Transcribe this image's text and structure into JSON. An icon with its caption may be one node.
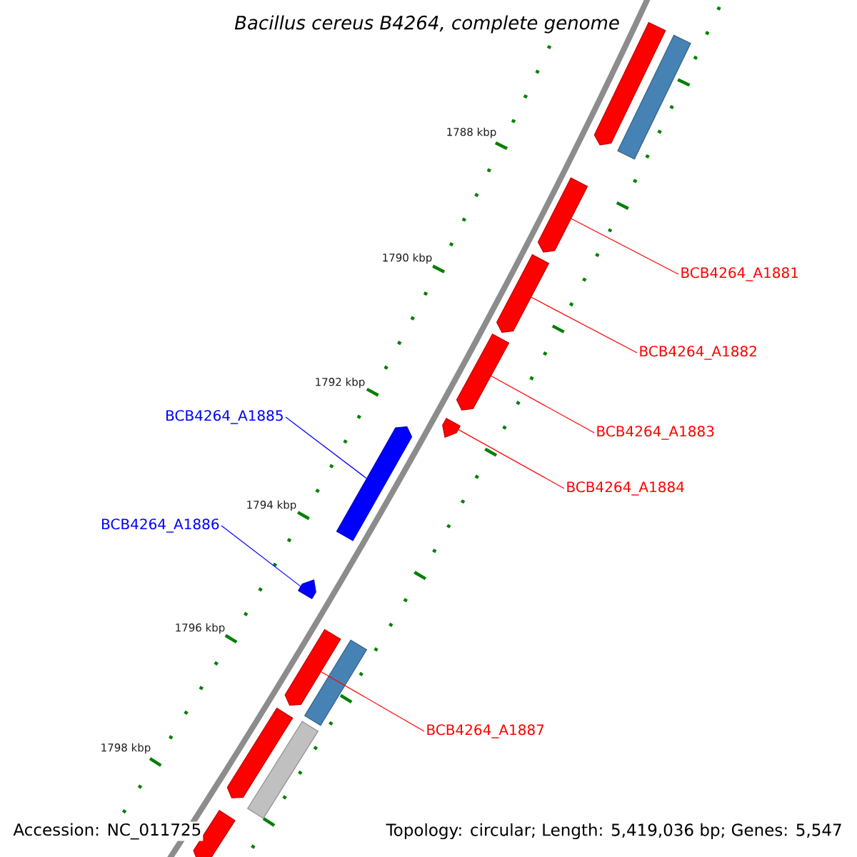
{
  "diagram": {
    "title": "*Bacillus cereus B4264, complete genome*",
    "nodes": [
      {
        "text": [
          "BCB4264_A1881"
        ]
      },
      {
        "text": [],
        "shape": "bar"
      },
      {
        "text": [
          "BCB4264_A1882"
        ]
      },
      {
        "text": [],
        "shape": "bar"
      },
      {
        "text": [
          "BCB4264_A1883"
        ]
      },
      {
        "text": [],
        "shape": "bar"
      },
      {
        "text": [
          "BCB4264_A1884"
        ]
      },
      {
        "text": [],
        "shape": "triangle"
      },
      {
        "text": [
          "BCB4264_A1885"
        ]
      },
      {
        "text": [],
        "shape": "bar"
      },
      {
        "text": [
          "BCB4264_A1886"
        ]
      },
      {
        "text": [],
        "shape": "triangle"
      },
      {
        "text": [
          "BCB4264_A1887"
        ]
      },
      {
        "text": [],
        "shape": "bar"
      }
    ],
    "edges": [
      {
        "from": 0,
        "to": 1,
        "arrow": "none"
      },
      {
        "from": 2,
        "to": 3,
        "arrow": "none"
      },
      {
        "from": 4,
        "to": 5,
        "arrow": "none"
      },
      {
        "from": 6,
        "to": 7,
        "arrow": "none"
      },
      {
        "from": 8,
        "to": 9,
        "arrow": "none",
        "color": "#0000ff"
      },
      {
        "from": 10,
        "to": 11,
        "arrow": "none",
        "color": "#0000ff"
      },
      {
        "from": 12,
        "to": 13,
        "arrow": "none"
      }
    ],
    "labels": [
      "1788 kbp",
      "1790 kbp",
      "1792 kbp",
      "1794 kbp",
      "1796 kbp",
      "1798 kbp",
      "Accession: NC_011725",
      "Topology: circular; Length: 5,419,036 bp; Genes: 5,547"
    ]
  }
}
